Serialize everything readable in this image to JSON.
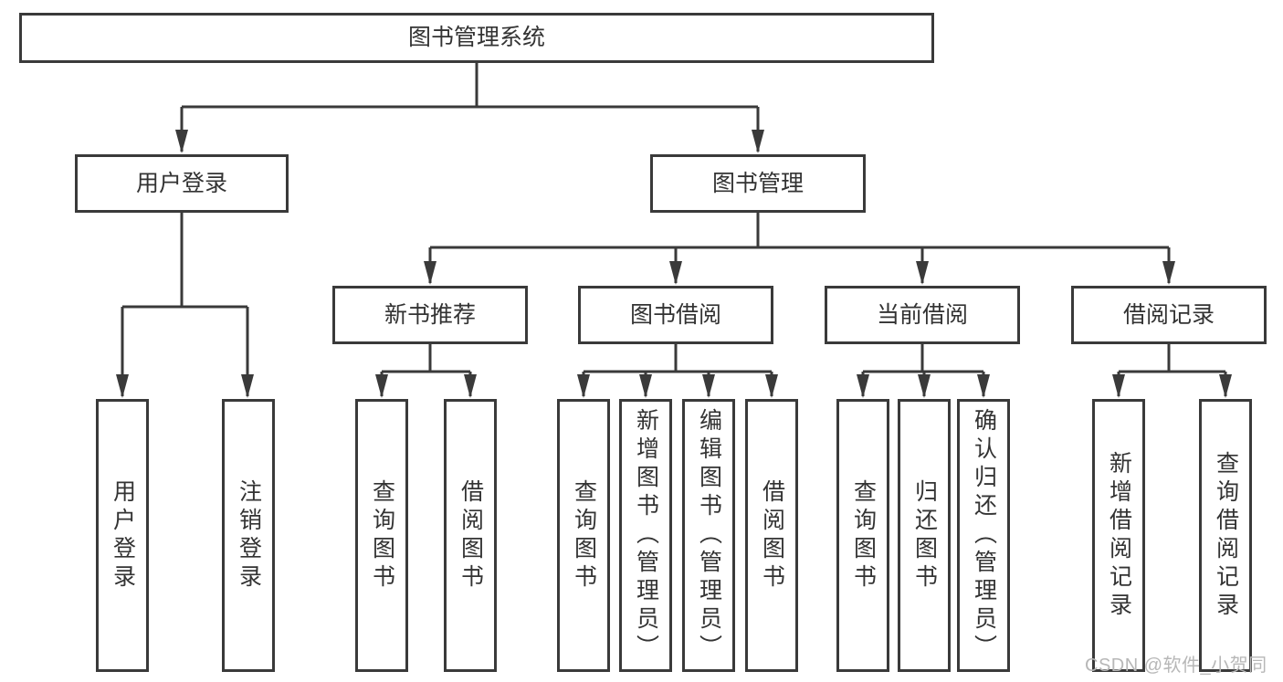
{
  "title": "图书管理系统",
  "colors": {
    "background": "#ffffff",
    "line": "#3a3a3a",
    "box_border": "#3a3a3a",
    "box_background": "#ffffff",
    "text": "#333333",
    "watermark": "#b7b7b7"
  },
  "nodes": {
    "root": {
      "label": "图书管理系统"
    },
    "user_login": {
      "label": "用户登录"
    },
    "book_mgmt": {
      "label": "图书管理"
    },
    "new_book_rec": {
      "label": "新书推荐"
    },
    "book_borrow": {
      "label": "图书借阅"
    },
    "current_borrow": {
      "label": "当前借阅"
    },
    "borrow_records": {
      "label": "借阅记录"
    },
    "leaf_user_login": {
      "label": "用户登录"
    },
    "leaf_logout": {
      "label": "注销登录"
    },
    "nbr_query_book": {
      "label": "查询图书"
    },
    "nbr_borrow_book": {
      "label": "借阅图书"
    },
    "bb_query_book": {
      "label": "查询图书"
    },
    "bb_add_book": {
      "label": "新增图书（管理员）"
    },
    "bb_edit_book": {
      "label": "编辑图书（管理员）"
    },
    "bb_borrow_book": {
      "label": "借阅图书"
    },
    "cb_query_book": {
      "label": "查询图书"
    },
    "cb_return_book": {
      "label": "归还图书"
    },
    "cb_confirm_return": {
      "label": "确认归还（管理员）"
    },
    "br_add_record": {
      "label": "新增借阅记录"
    },
    "br_query_record": {
      "label": "查询借阅记录"
    }
  },
  "structure": {
    "root": "root",
    "children": {
      "root": [
        "user_login",
        "book_mgmt"
      ],
      "user_login": [
        "leaf_user_login",
        "leaf_logout"
      ],
      "book_mgmt": [
        "new_book_rec",
        "book_borrow",
        "current_borrow",
        "borrow_records"
      ],
      "new_book_rec": [
        "nbr_query_book",
        "nbr_borrow_book"
      ],
      "book_borrow": [
        "bb_query_book",
        "bb_add_book",
        "bb_edit_book",
        "bb_borrow_book"
      ],
      "current_borrow": [
        "cb_query_book",
        "cb_return_book",
        "cb_confirm_return"
      ],
      "borrow_records": [
        "br_add_record",
        "br_query_record"
      ]
    }
  },
  "watermark": {
    "text": "CSDN @软件_小贺同学"
  }
}
